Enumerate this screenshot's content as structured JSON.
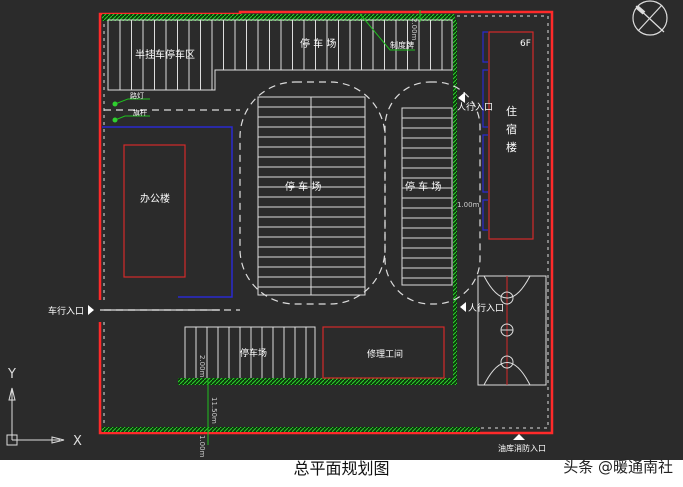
{
  "title": "总平面规划图",
  "watermark": "头条 @暖通南社",
  "labels": {
    "trailer_parking": "半挂车停车区",
    "parking_top": "停 车 场",
    "parking_center": "停 车 场",
    "parking_right": "停 车 场",
    "parking_bottom": "停车场",
    "office": "办公楼",
    "dorm_1": "住",
    "dorm_2": "宿",
    "dorm_3": "楼",
    "dorm_floors": "6F",
    "repair_shop": "修理工间",
    "notice_board": "制度牌",
    "street_lamp": "路灯",
    "flagpole": "旗杆",
    "vehicle_entrance": "车行入口",
    "pedestrian_entrance_top": "人行入口",
    "pedestrian_entrance_bottom": "人行入口",
    "fire_entrance": "油库消防入口"
  },
  "dimensions": {
    "top": "2.00m",
    "right": "1.00m",
    "bottom_a": "2.00m",
    "bottom_b": "11.50m",
    "bottom_c": "1.00m"
  },
  "axes": {
    "x": "X",
    "y": "Y"
  },
  "colors": {
    "background": "#2b2b2b",
    "boundary": "#ff2a2a",
    "building": "#d42a2a",
    "green": "#1fbf1f",
    "blue": "#2a2ad0",
    "line": "#e6e6e6"
  }
}
